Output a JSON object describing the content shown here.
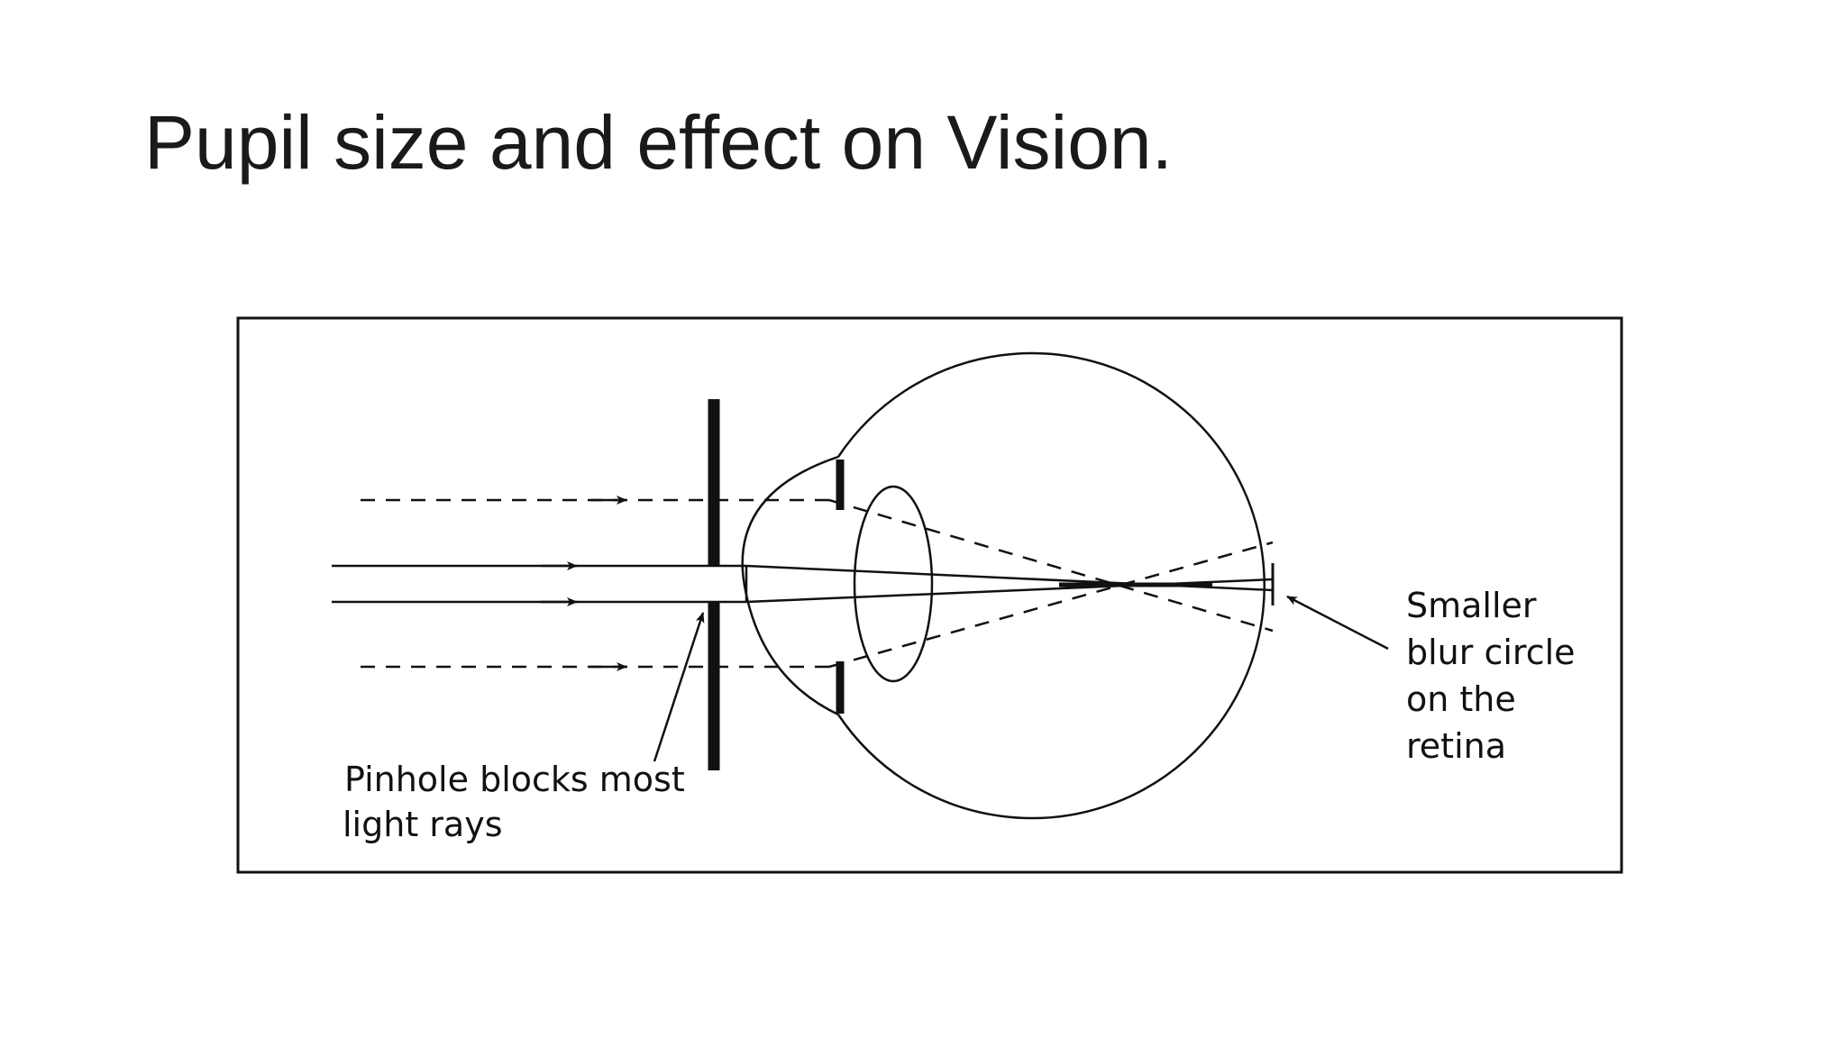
{
  "slide": {
    "title": "Pupil size and effect on Vision."
  },
  "diagram": {
    "pinhole_label": {
      "line1": "Pinhole blocks most",
      "line2": "light rays"
    },
    "retina_label": {
      "line1": "Smaller",
      "line2": "blur circle",
      "line3": "on the",
      "line4": "retina"
    }
  },
  "colors": {
    "ink": "#111111",
    "background": "#ffffff"
  }
}
